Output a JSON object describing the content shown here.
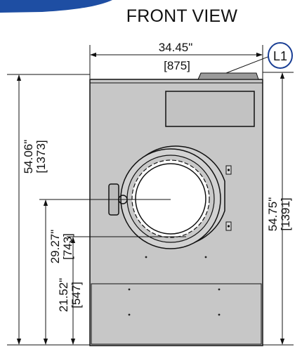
{
  "title": "FRONT VIEW",
  "colors": {
    "banner": "#1e4ea3",
    "machine_fill": "#c7c7c7",
    "panel_fill": "#c2c2c2",
    "line": "#111111",
    "callout_ring": "#1a3f95",
    "callout_fill": "#9a9a9a"
  },
  "dimensions": {
    "width": {
      "inches": "34.45\"",
      "mm": "[875]"
    },
    "height_left": {
      "inches": "54.06\"",
      "mm": "[1373]"
    },
    "height_right": {
      "inches": "54.75\"",
      "mm": "[1391]"
    },
    "door_center_height": {
      "inches": "29.27\"",
      "mm": "[743]"
    },
    "door_bottom_height": {
      "inches": "21.52\"",
      "mm": "[547]"
    }
  },
  "callouts": [
    {
      "label": "L1",
      "target": "top-connection"
    }
  ]
}
